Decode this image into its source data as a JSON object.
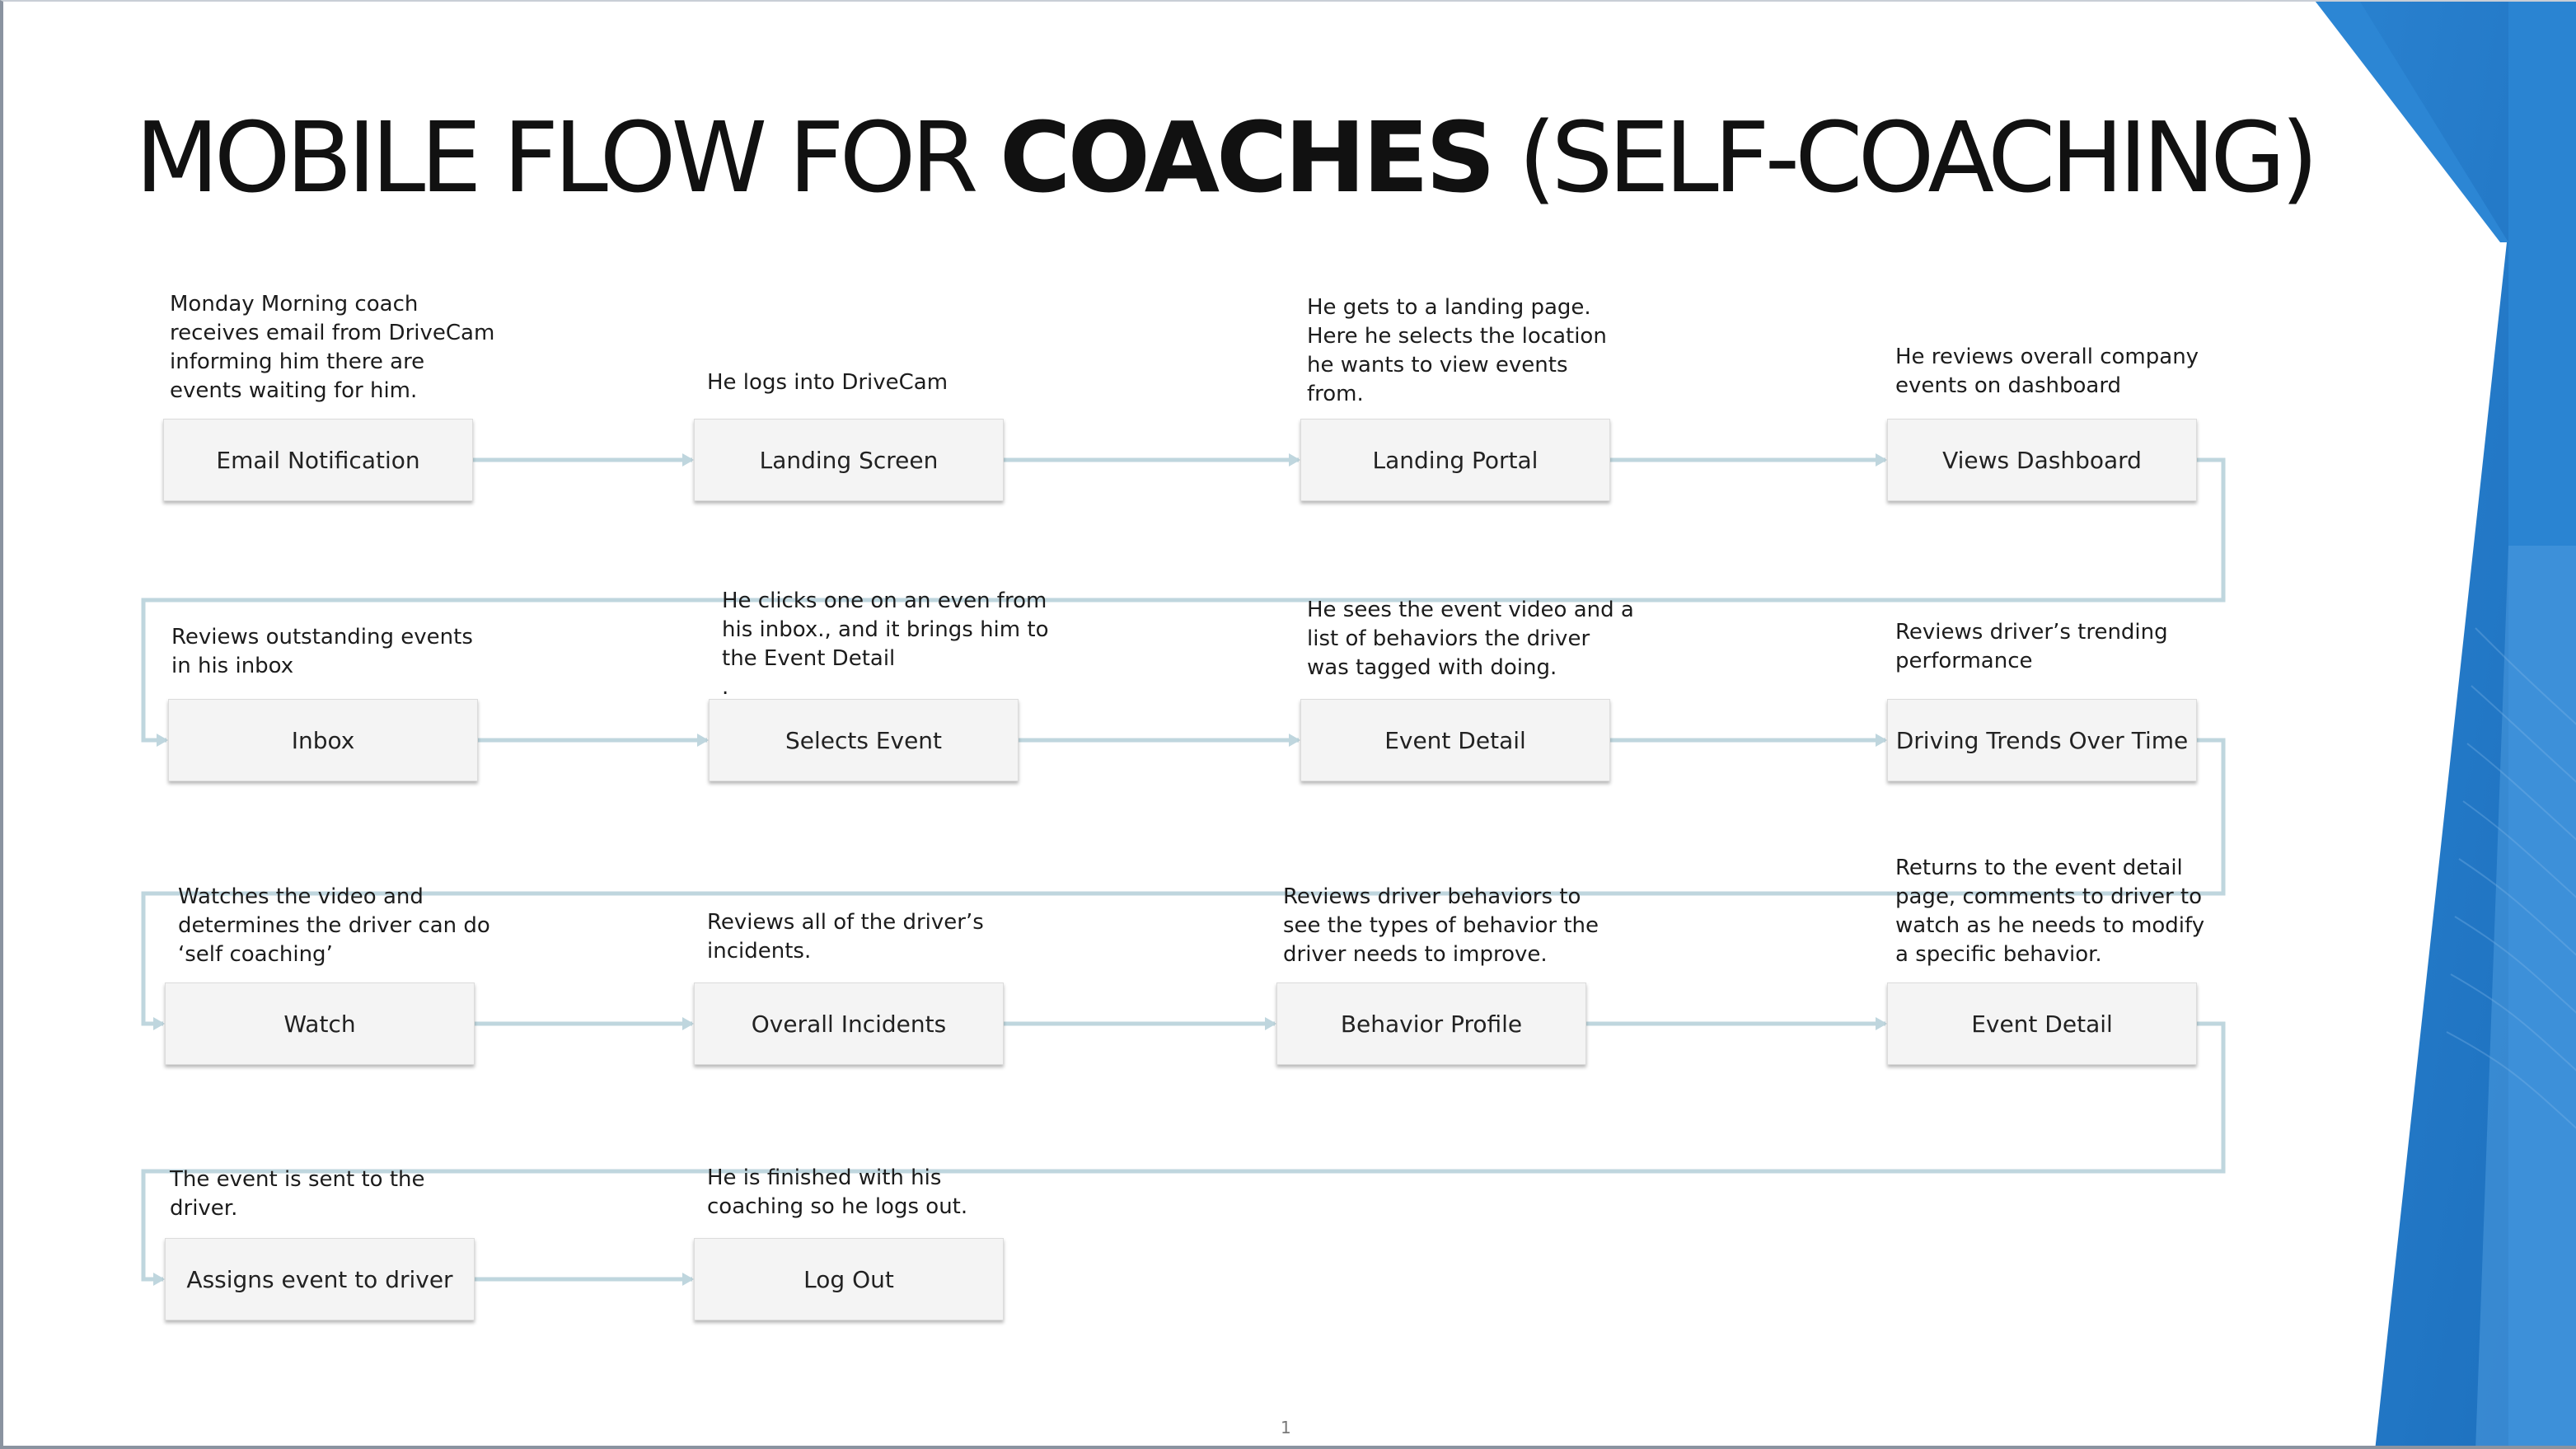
{
  "title": {
    "prefix": "MOBILE FLOW FOR ",
    "emphasis": "COACHES",
    "suffix": " (SELF-COACHING)"
  },
  "steps": [
    {
      "label": "Email Notification",
      "note": "Monday Morning coach\nreceives email from DriveCam\ninforming him there are\nevents waiting for him."
    },
    {
      "label": "Landing Screen",
      "note": "He logs into DriveCam"
    },
    {
      "label": "Landing Portal",
      "note": "He gets to a landing page.\nHere he selects the location\nhe wants to view events\nfrom."
    },
    {
      "label": "Views Dashboard",
      "note": "He reviews overall company\nevents on dashboard"
    },
    {
      "label": "Inbox",
      "note": "Reviews outstanding  events\nin his inbox"
    },
    {
      "label": "Selects Event",
      "note": "He clicks one on an even from\nhis inbox., and it brings him to\nthe Event Detail\n."
    },
    {
      "label": "Event Detail",
      "note": "He sees the event video and a\nlist of behaviors the driver\nwas tagged with doing."
    },
    {
      "label": "Driving Trends Over Time",
      "note": "Reviews driver’s trending\nperformance"
    },
    {
      "label": "Watch",
      "note": "Watches the video and\ndetermines the driver can do\n‘self coaching’"
    },
    {
      "label": "Overall Incidents",
      "note": "Reviews all of the driver’s\nincidents."
    },
    {
      "label": "Behavior Profile",
      "note": "Reviews driver behaviors to\nsee the types of behavior the\ndriver needs to improve."
    },
    {
      "label": "Event Detail",
      "note": "Returns to the event detail\npage, comments to driver to\nwatch as he needs to modify\na specific behavior."
    },
    {
      "label": "Assigns event to driver",
      "note": "The event is sent to the\ndriver."
    },
    {
      "label": "Log Out",
      "note": "He is finished with his\ncoaching so he logs out."
    }
  ],
  "page_number": "1",
  "colors": {
    "accent_blue": "#1f78c8",
    "connector": "#bfd6de",
    "box_fill": "#f4f4f4"
  }
}
